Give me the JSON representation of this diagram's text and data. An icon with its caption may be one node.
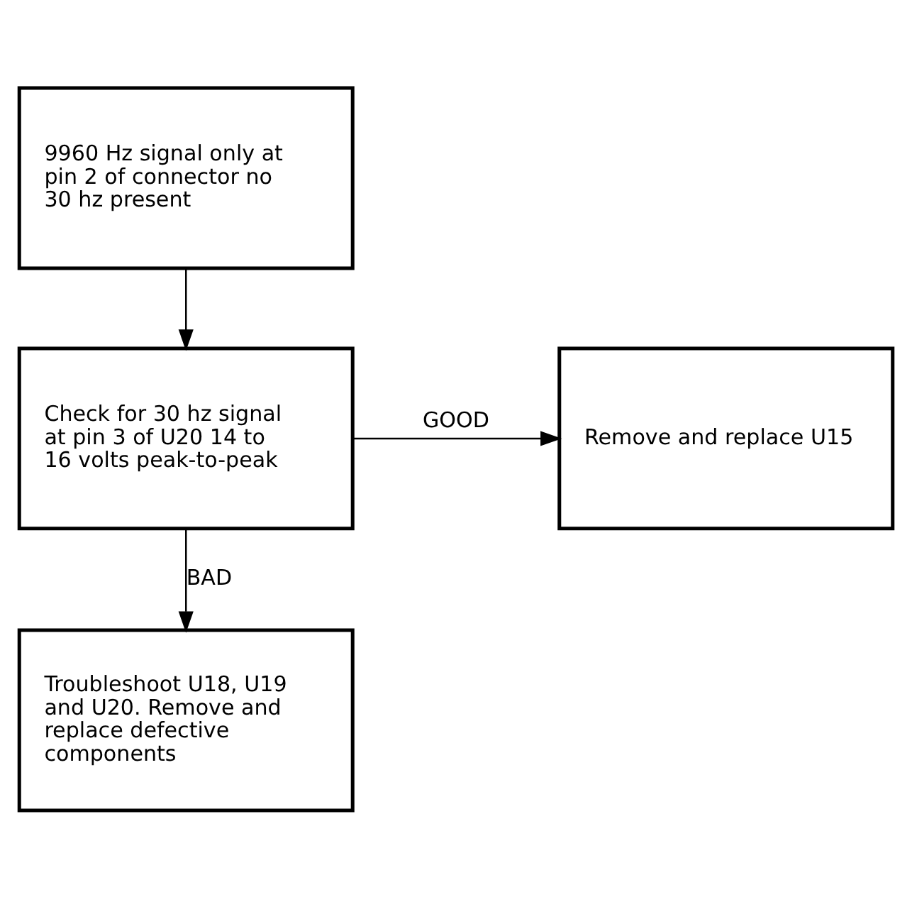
{
  "diagram": {
    "nodes": [
      {
        "text": [
          "9960 Hz signal only at pin 2 of connector no 30 hz present"
        ]
      },
      {
        "text": [
          "Check for 30 hz signal at pin 3 of U20 14 to 16 volts peak-to-peak"
        ]
      },
      {
        "text": [
          "Remove and replace U15"
        ]
      },
      {
        "text": [
          "Troubleshoot U18, U19 and U20. Remove and replace defective components"
        ]
      }
    ],
    "edges": [
      {
        "from": 0,
        "to": 1,
        "arrow": "to"
      },
      {
        "from": 1,
        "to": 2,
        "arrow": "to",
        "label": "GOOD"
      },
      {
        "from": 1,
        "to": 3,
        "arrow": "to",
        "label": "BAD"
      }
    ]
  }
}
